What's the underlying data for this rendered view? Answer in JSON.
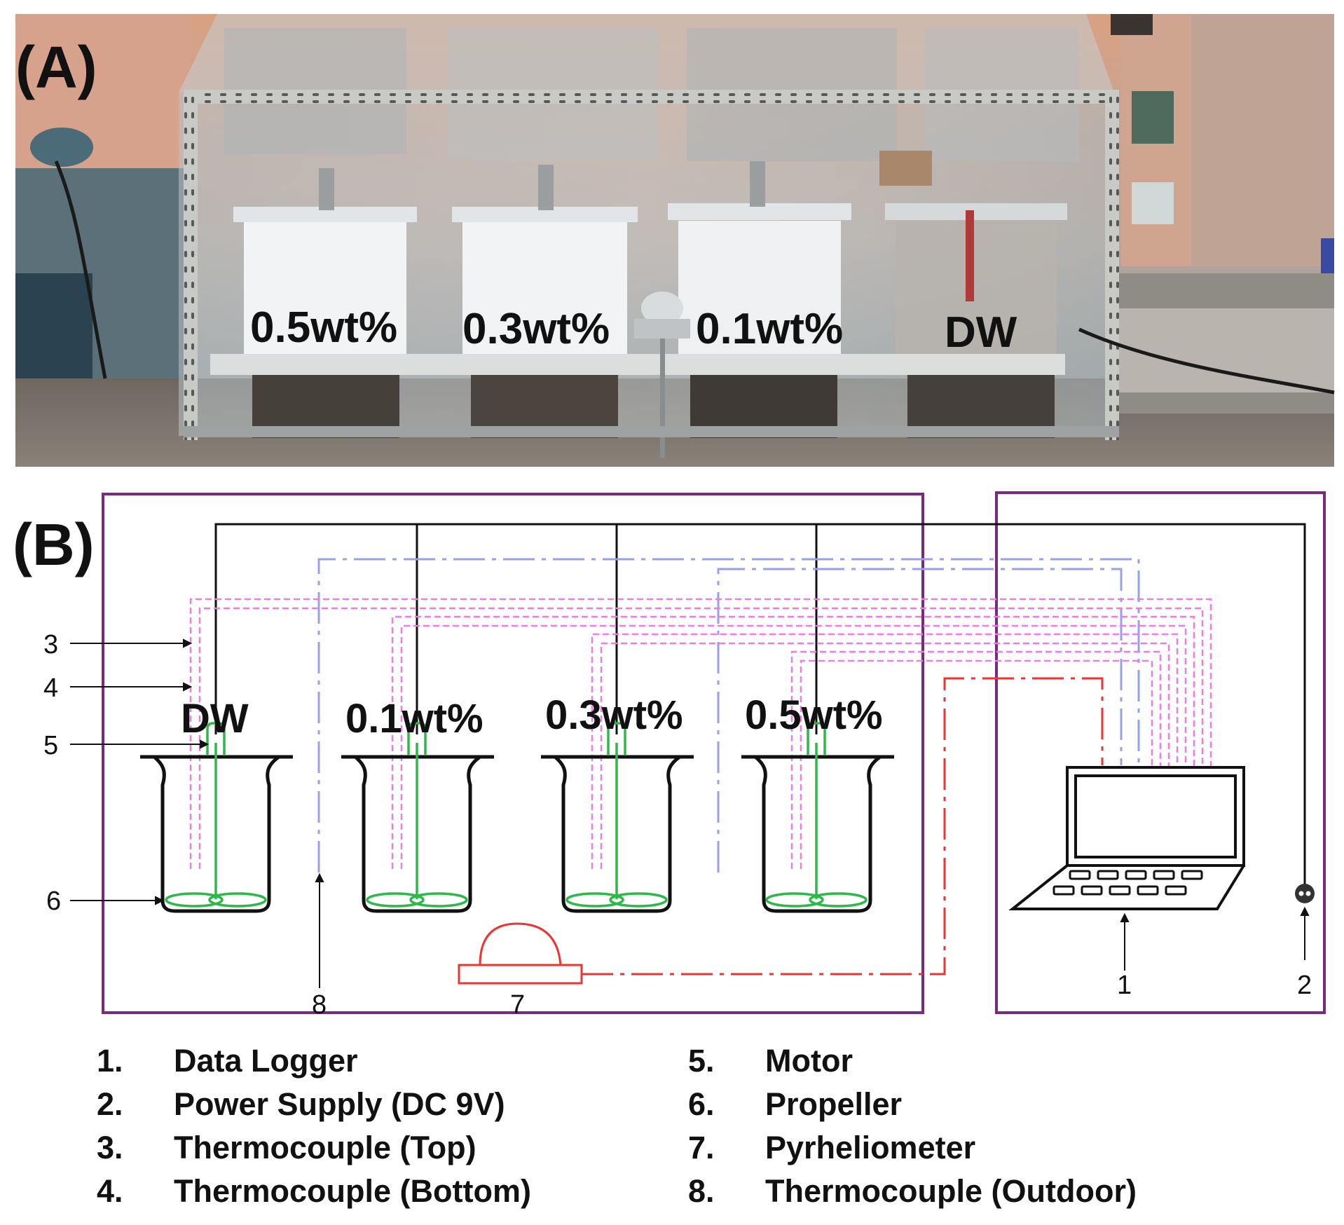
{
  "panel_a": {
    "label": "(A)",
    "samples": [
      "0.5wt%",
      "0.3wt%",
      "0.1wt%",
      "DW"
    ]
  },
  "panel_b": {
    "label": "(B)",
    "beakers": [
      "DW",
      "0.1wt%",
      "0.3wt%",
      "0.5wt%"
    ],
    "callouts": {
      "c3": "3",
      "c4": "4",
      "c5": "5",
      "c6": "6",
      "c7": "7",
      "c8": "8",
      "c1": "1",
      "c2": "2"
    }
  },
  "legend": {
    "left": [
      {
        "num": "1.",
        "text": "Data Logger"
      },
      {
        "num": "2.",
        "text": "Power Supply (DC 9V)"
      },
      {
        "num": "3.",
        "text": "Thermocouple (Top)"
      },
      {
        "num": "4.",
        "text": "Thermocouple (Bottom)"
      }
    ],
    "right": [
      {
        "num": "5.",
        "text": "Motor"
      },
      {
        "num": "6.",
        "text": "Propeller"
      },
      {
        "num": "7.",
        "text": "Pyrheliometer"
      },
      {
        "num": "8.",
        "text": "Thermocouple (Outdoor)"
      }
    ]
  },
  "colors": {
    "enclosure": "#7a2a7e",
    "signal_line": "#111111",
    "thermocouple_top_bottom": "#f07be6",
    "thermocouple_outdoor": "#9aa0e8",
    "pyrheliometer": "#ee3333",
    "motor_propeller": "#2fb84a"
  }
}
